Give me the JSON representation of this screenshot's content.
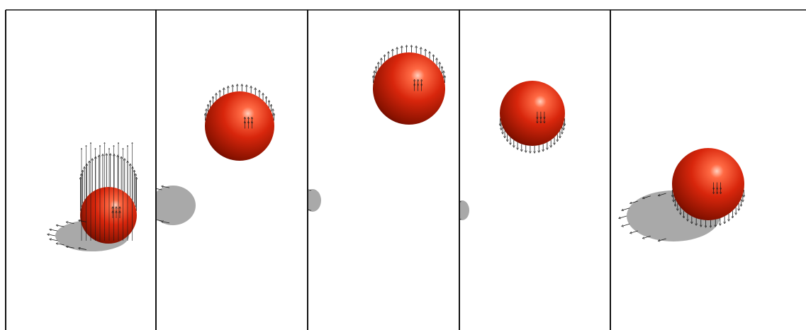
{
  "scene": {
    "frame_count": 5,
    "frames": [
      {
        "id": "frame-1",
        "shadow": true,
        "arrow_direction": "up"
      },
      {
        "id": "frame-2",
        "shadow": true,
        "arrow_direction": "up"
      },
      {
        "id": "frame-3",
        "shadow": true,
        "arrow_direction": "up"
      },
      {
        "id": "frame-4",
        "shadow": true,
        "arrow_direction": "down"
      },
      {
        "id": "frame-5",
        "shadow": true,
        "arrow_direction": "down"
      }
    ]
  },
  "colors": {
    "background": "#ffffff",
    "frame_border": "#111111",
    "ball_highlight": "#ff9a7a",
    "ball_mid": "#d8260c",
    "ball_dark": "#6e0900",
    "shadow": "#a9a9a9",
    "arrow": "#1a1a1a"
  }
}
